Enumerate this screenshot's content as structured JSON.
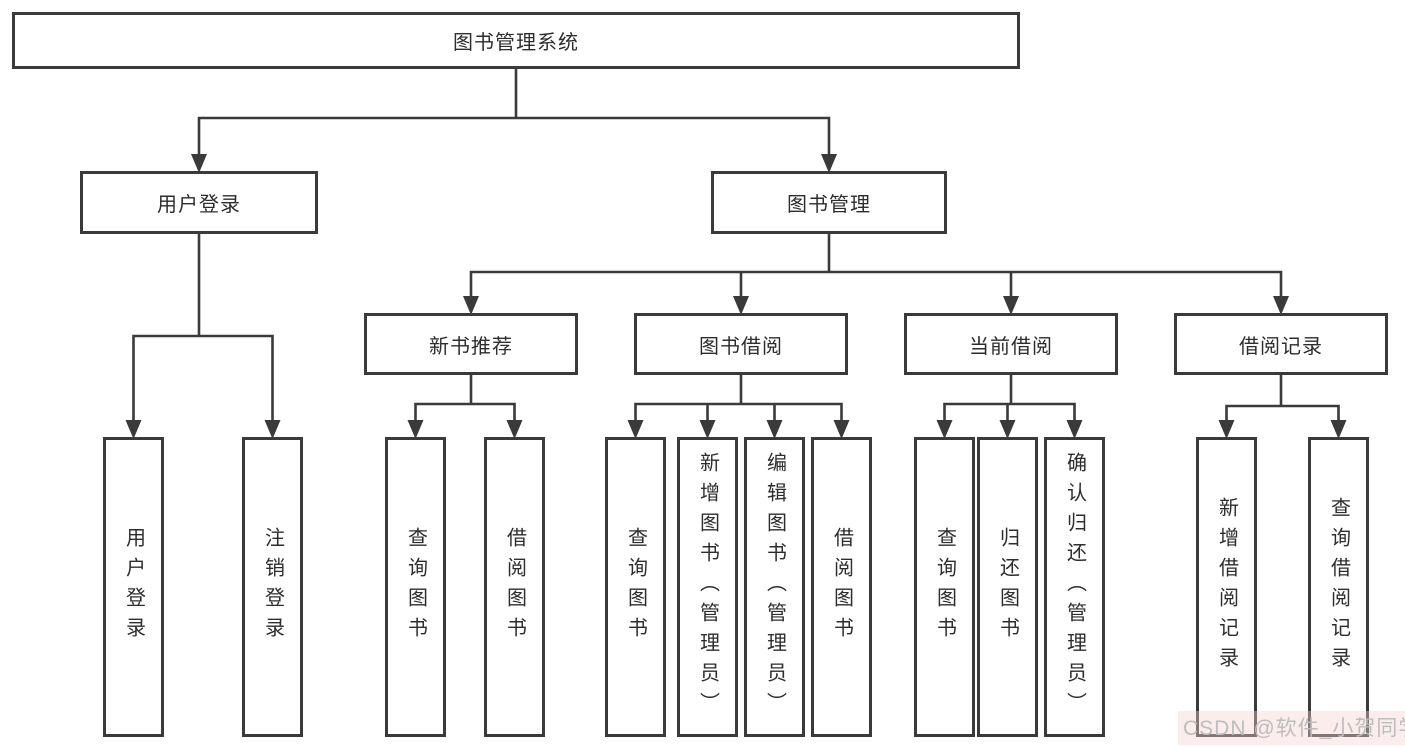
{
  "diagram": {
    "type": "hierarchy-tree",
    "title": "图书管理系统"
  },
  "nodes": {
    "root": {
      "label": "图书管理系统"
    },
    "level2": [
      {
        "label": "用户登录"
      },
      {
        "label": "图书管理"
      }
    ],
    "level3": [
      {
        "label": "新书推荐",
        "parent": "图书管理"
      },
      {
        "label": "图书借阅",
        "parent": "图书管理"
      },
      {
        "label": "当前借阅",
        "parent": "图书管理"
      },
      {
        "label": "借阅记录",
        "parent": "图书管理"
      }
    ],
    "leaves": [
      {
        "label": "用户登录",
        "parent": "用户登录"
      },
      {
        "label": "注销登录",
        "parent": "用户登录"
      },
      {
        "label": "查询图书",
        "parent": "新书推荐"
      },
      {
        "label": "借阅图书",
        "parent": "新书推荐"
      },
      {
        "label": "查询图书",
        "parent": "图书借阅"
      },
      {
        "label": "新增图书（管理员）",
        "parent": "图书借阅"
      },
      {
        "label": "编辑图书（管理员）",
        "parent": "图书借阅"
      },
      {
        "label": "借阅图书",
        "parent": "图书借阅"
      },
      {
        "label": "查询图书",
        "parent": "当前借阅"
      },
      {
        "label": "归还图书",
        "parent": "当前借阅"
      },
      {
        "label": "确认归还（管理员）",
        "parent": "当前借阅"
      },
      {
        "label": "新增借阅记录",
        "parent": "借阅记录"
      },
      {
        "label": "查询借阅记录",
        "parent": "借阅记录"
      }
    ]
  },
  "watermark": {
    "text": "CSDN @软件_小贺同学"
  },
  "colors": {
    "line": "#3a3a3a",
    "box_border": "#3a3a3a",
    "text": "#2d2d2d",
    "background": "#ffffff",
    "watermark_text": "#bdbdbd",
    "watermark_tint": "#f8d1d1"
  }
}
